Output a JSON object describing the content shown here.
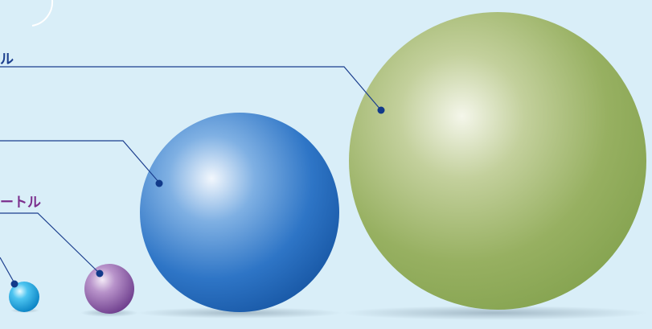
{
  "labels": {
    "large_sphere": "ル",
    "small_sphere": "ートル"
  },
  "spheres": [
    {
      "name": "green-sphere",
      "color": "#8daa55"
    },
    {
      "name": "blue-sphere",
      "color": "#2f78c6"
    },
    {
      "name": "purple-sphere",
      "color": "#8a5aa6"
    },
    {
      "name": "cyan-sphere",
      "color": "#1aa9e6"
    }
  ],
  "colors": {
    "background": "#d9eef8",
    "leader_line": "#1c3f8e",
    "leader_dot": "#123a8a"
  }
}
